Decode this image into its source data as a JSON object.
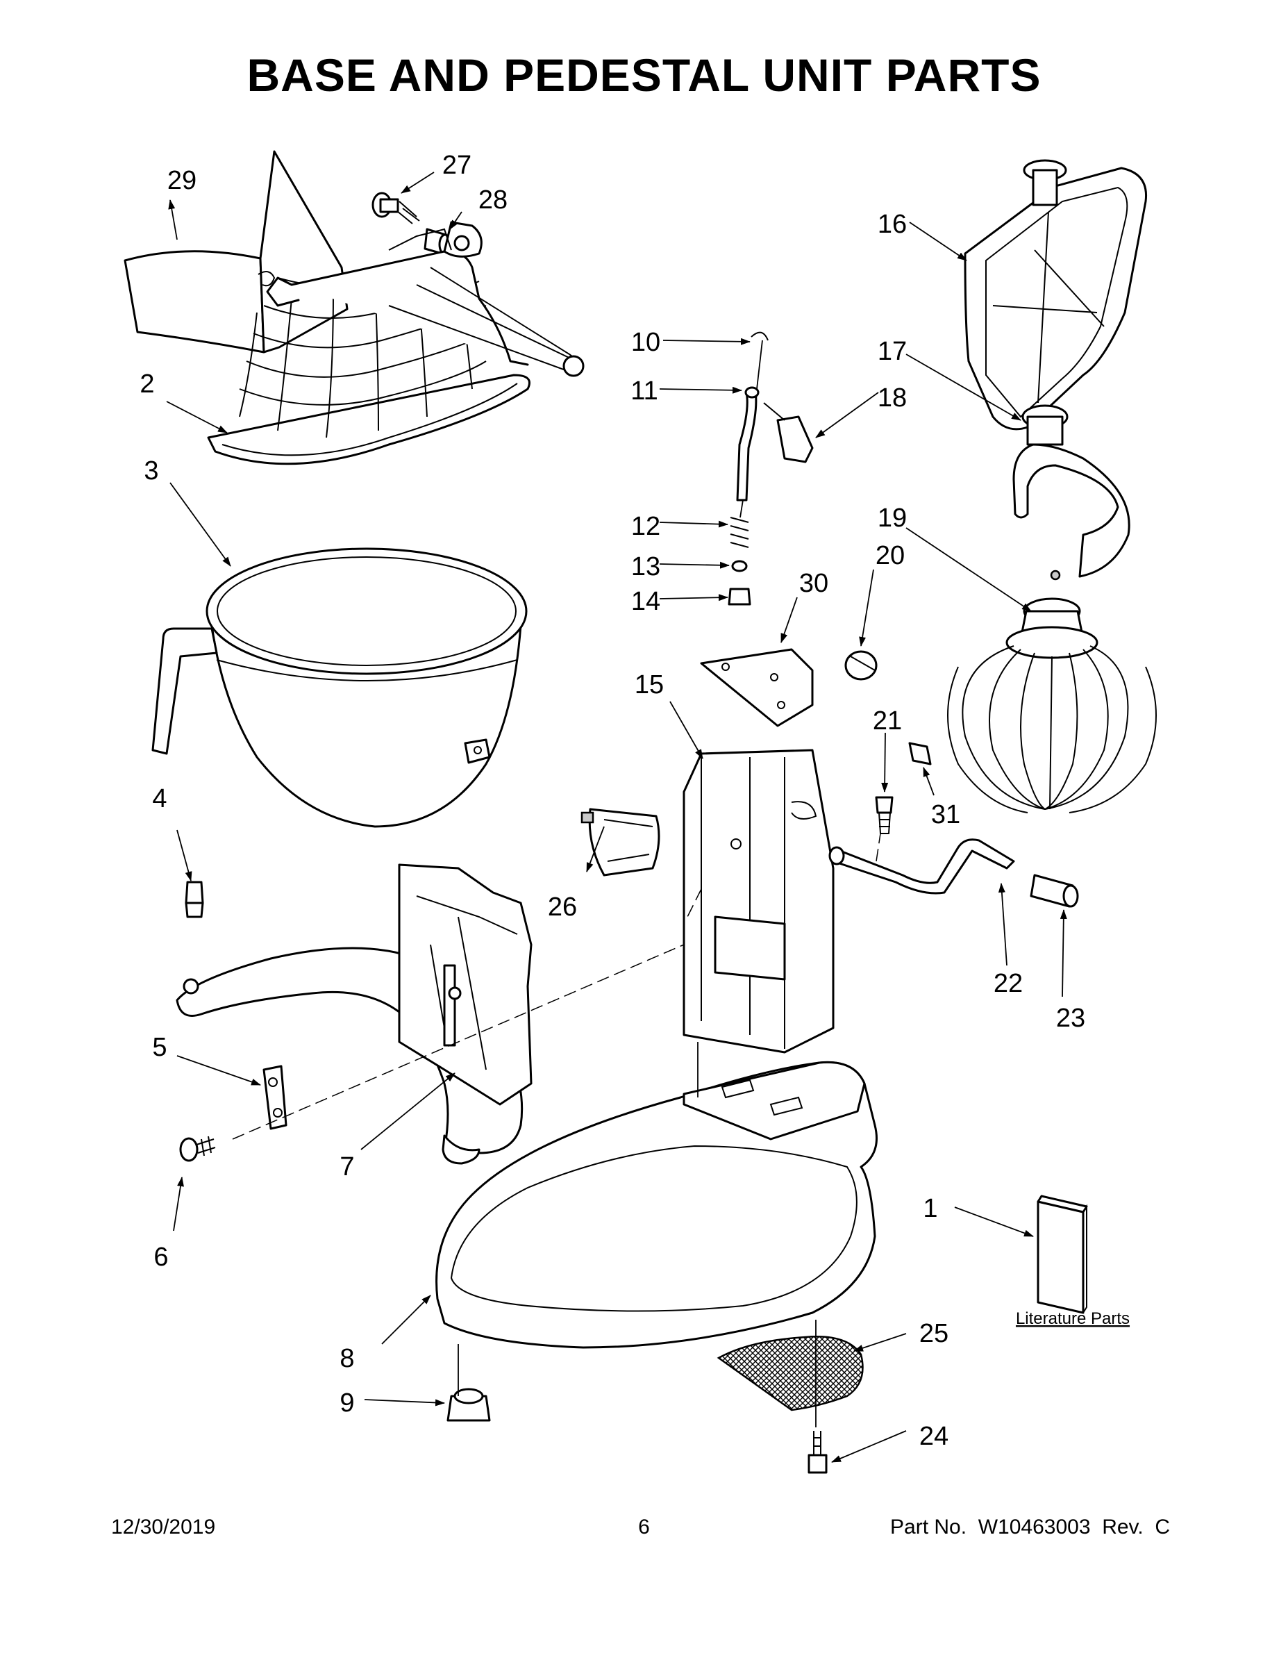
{
  "title": "BASE AND PEDESTAL UNIT PARTS",
  "callouts": [
    "1",
    "2",
    "3",
    "4",
    "5",
    "6",
    "7",
    "8",
    "9",
    "10",
    "11",
    "12",
    "13",
    "14",
    "15",
    "16",
    "17",
    "18",
    "19",
    "20",
    "21",
    "22",
    "23",
    "24",
    "25",
    "26",
    "27",
    "28",
    "29",
    "30",
    "31"
  ],
  "literature_label": "Literature Parts",
  "footer": {
    "date": "12/30/2019",
    "page": "6",
    "part_number": "Part No.  W10463003  Rev.  C"
  }
}
